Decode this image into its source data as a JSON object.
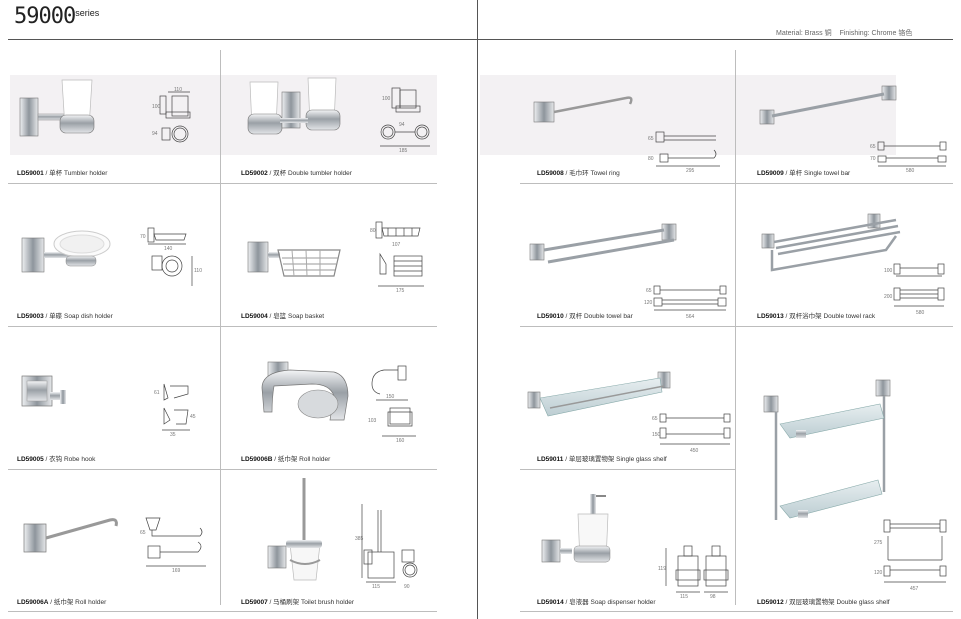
{
  "header": {
    "series_number": "59000",
    "series_suffix": "series",
    "material": "Material: Brass 铜",
    "finishing": "Finishing: Chrome 铬色"
  },
  "products": [
    {
      "code": "LD59001",
      "name": "单杯 Tumbler holder",
      "dims": [
        "110",
        "100",
        "94"
      ]
    },
    {
      "code": "LD59002",
      "name": "双杯 Double tumbler holder",
      "dims": [
        "185",
        "100",
        "94"
      ]
    },
    {
      "code": "LD59003",
      "name": "单碟 Soap dish holder",
      "dims": [
        "140",
        "70",
        "110"
      ]
    },
    {
      "code": "LD59004",
      "name": "皂篮 Soap basket",
      "dims": [
        "107",
        "80",
        "175"
      ]
    },
    {
      "code": "LD59005",
      "name": "衣钩 Robe hook",
      "dims": [
        "61",
        "45",
        "35"
      ]
    },
    {
      "code": "LD59006B",
      "name": "纸巾架 Roll holder",
      "dims": [
        "150",
        "103",
        "160"
      ]
    },
    {
      "code": "LD59006A",
      "name": "纸巾架 Roll holder",
      "dims": [
        "65",
        "169"
      ]
    },
    {
      "code": "LD59007",
      "name": "马桶刷架 Toilet brush holder",
      "dims": [
        "385",
        "115",
        "90"
      ]
    },
    {
      "code": "LD59008",
      "name": "毛巾环 Towel ring",
      "dims": [
        "295",
        "65",
        "80"
      ]
    },
    {
      "code": "LD59009",
      "name": "单杆 Single towel bar",
      "dims": [
        "580",
        "65",
        "70"
      ]
    },
    {
      "code": "LD59010",
      "name": "双杆 Double towel bar",
      "dims": [
        "564",
        "65",
        "120"
      ]
    },
    {
      "code": "LD59013",
      "name": "双杆浴巾架 Double towel rack",
      "dims": [
        "100",
        "200",
        "580"
      ]
    },
    {
      "code": "LD59011",
      "name": "单层玻璃置物架 Single glass shelf",
      "dims": [
        "65",
        "150",
        "450"
      ]
    },
    {
      "code": "LD59014",
      "name": "皂液器 Soap dispenser holder",
      "dims": [
        "115",
        "119",
        "98"
      ]
    },
    {
      "code": "LD59012",
      "name": "双层玻璃置物架 Double glass shelf",
      "dims": [
        "275",
        "120",
        "457"
      ]
    }
  ],
  "icons": [
    "tumbler-icon",
    "soap-dish-icon",
    "towel-bar-icon",
    "glass-shelf-icon",
    "robe-hook-icon",
    "roll-holder-icon",
    "toilet-brush-icon",
    "soap-dispenser-icon"
  ],
  "colors": {
    "accent": "#333333",
    "photo_background": "#f3f1f3",
    "chrome": "#c9ccd0"
  }
}
